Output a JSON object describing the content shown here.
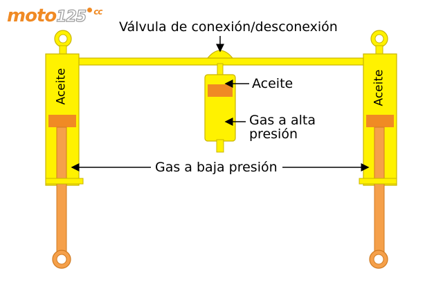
{
  "logo": {
    "brand": "moto",
    "number": "125",
    "suffix": "cc"
  },
  "labels": {
    "valve": "Válvula de conexión/desconexión",
    "oil_center": "Aceite",
    "high_pressure_gas_line1": "Gas a alta",
    "high_pressure_gas_line2": "presión",
    "low_pressure_gas": "Gas a baja presión",
    "oil_left": "Aceite",
    "oil_right": "Aceite"
  },
  "colors": {
    "body": "#fff200",
    "outline": "#c9b400",
    "oil": "#f08a24",
    "rod": "#f5a04a",
    "line": "#000000"
  }
}
